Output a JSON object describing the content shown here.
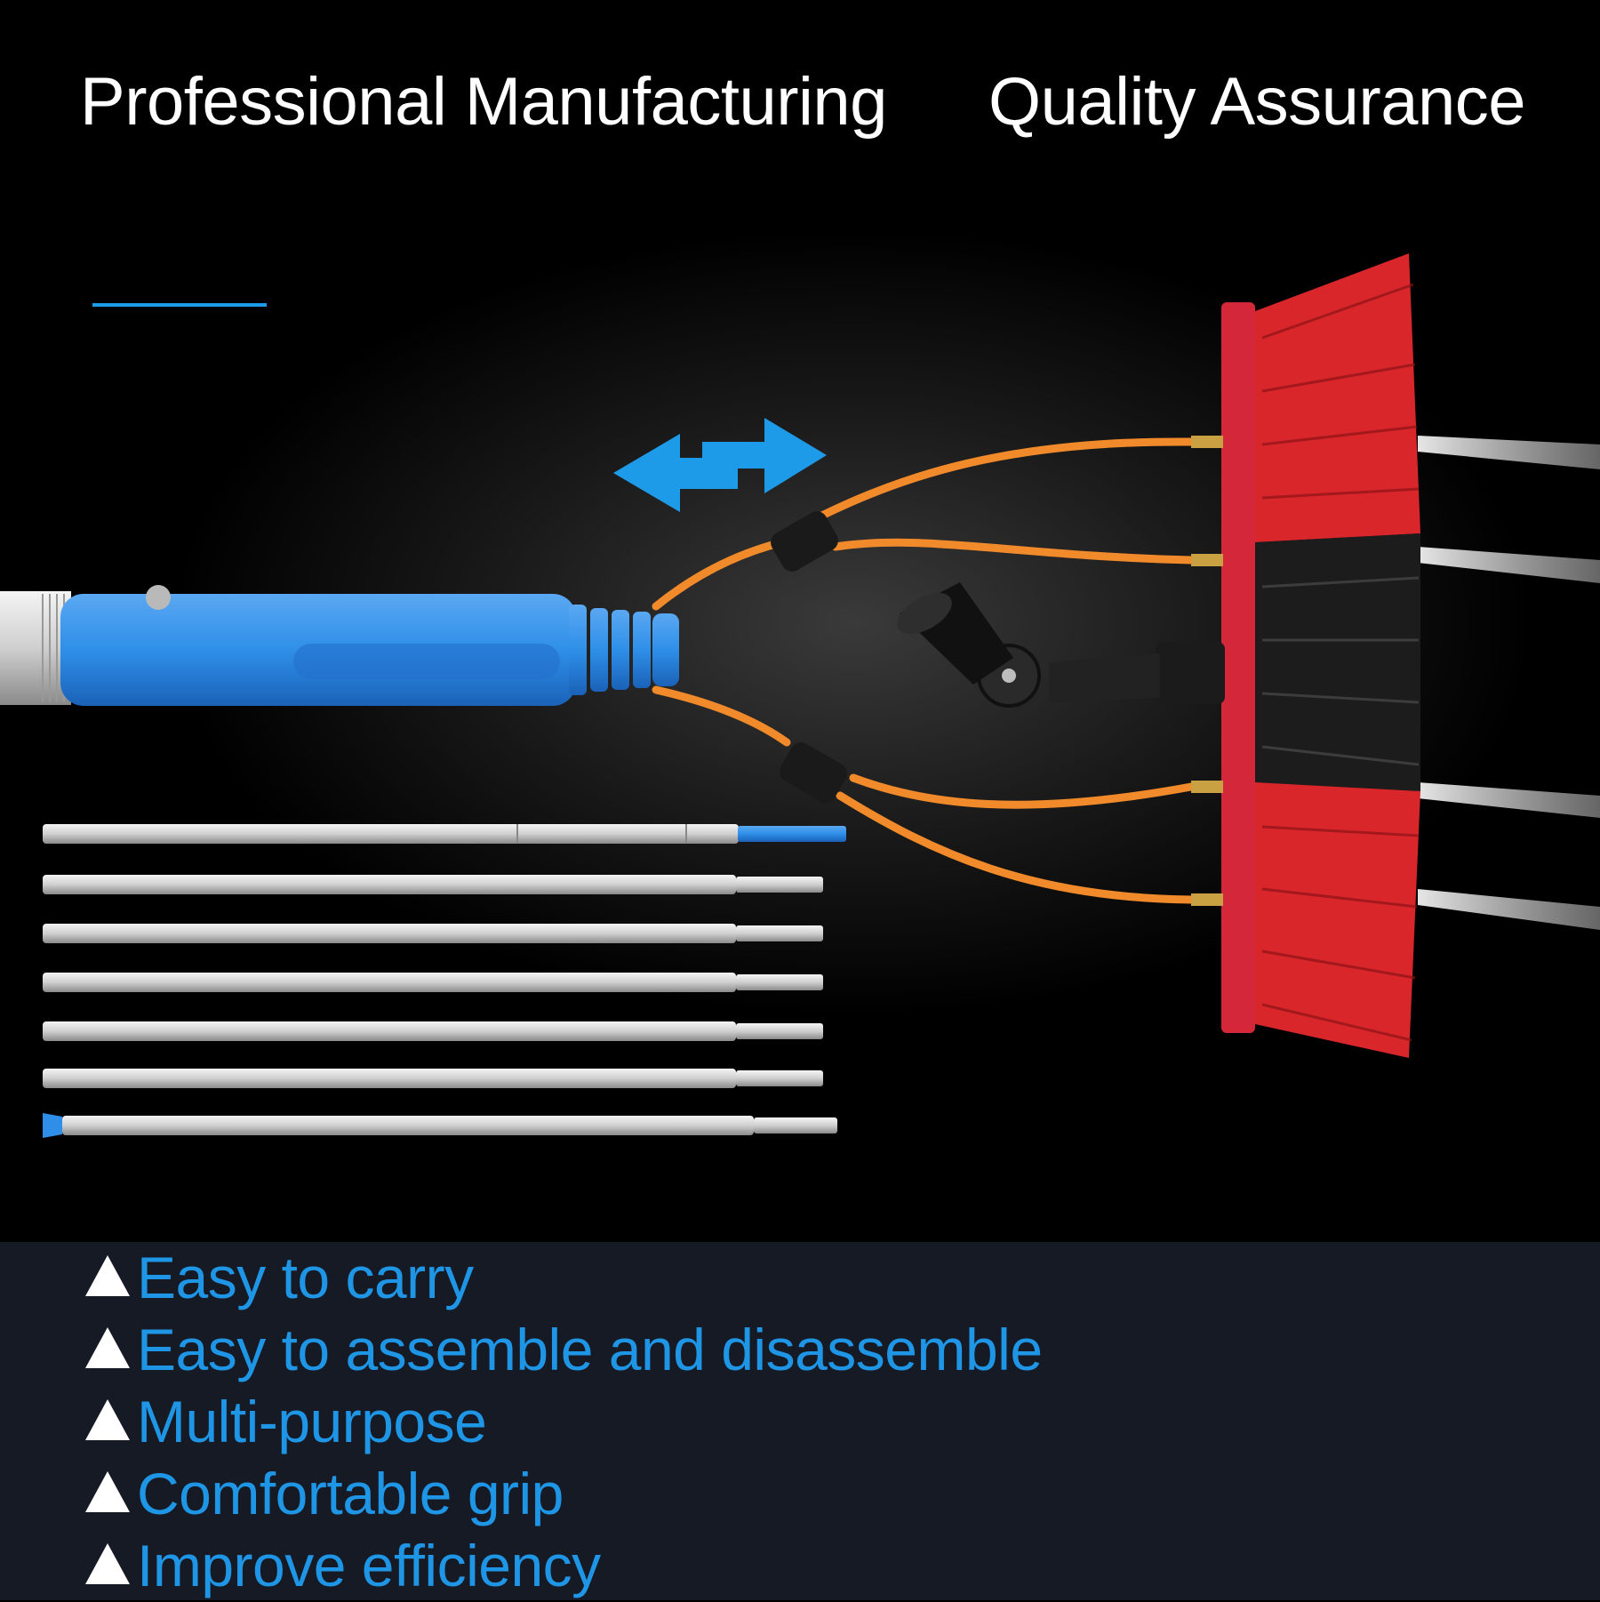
{
  "header": {
    "left_title": "Professional Manufacturing",
    "right_title": "Quality Assurance"
  },
  "colors": {
    "background": "#000000",
    "heading_text": "#ffffff",
    "accent_blue": "#1e9be8",
    "feature_text": "#1f95e6",
    "panel_background": "#161a24",
    "brush_red": "#d8262b",
    "hose_orange": "#f08a2a",
    "connector_blue": "#2f8fe8"
  },
  "icons": {
    "direction": "double-arrow-icon",
    "bullet": "triangle-bullet-icon"
  },
  "features": [
    "Easy to carry",
    "Easy to assemble and disassemble",
    "Multi-purpose",
    "Comfortable grip",
    "Improve efficiency"
  ]
}
